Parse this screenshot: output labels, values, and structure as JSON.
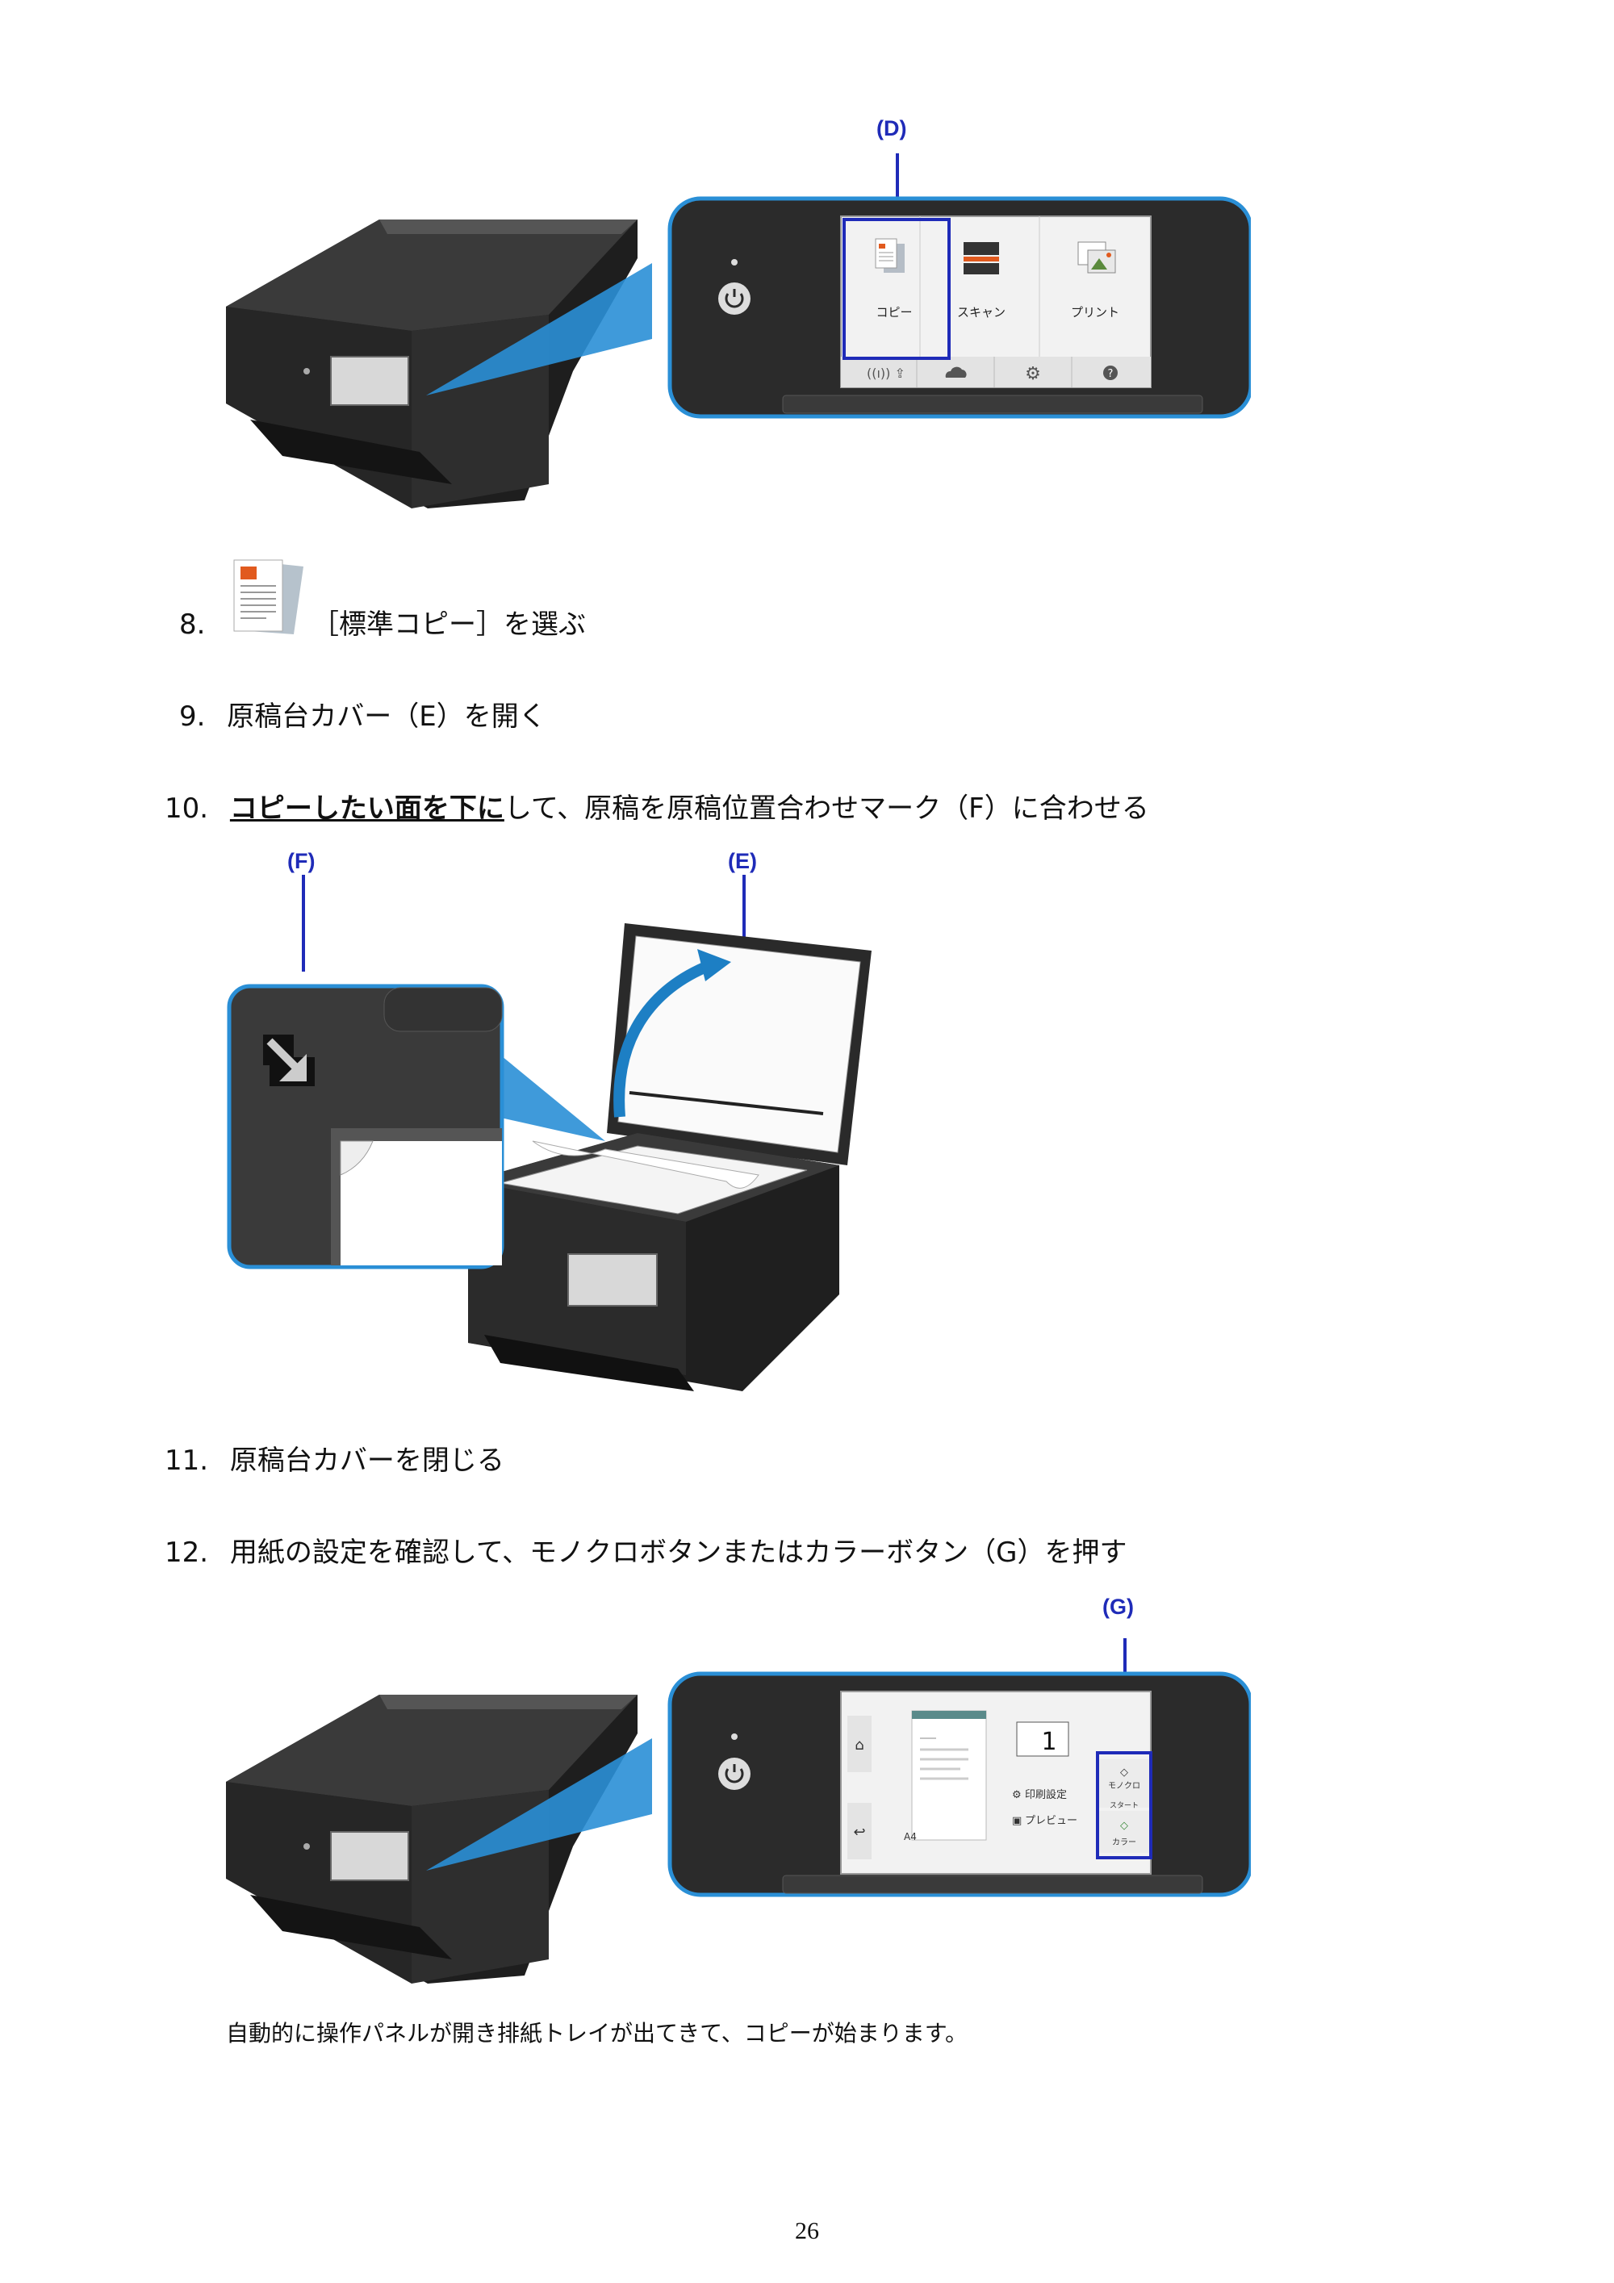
{
  "figures": {
    "home": {
      "callout": "(D)",
      "menu": [
        {
          "label": "コピー",
          "icon": "copy-icon"
        },
        {
          "label": "スキャン",
          "icon": "scanner-icon"
        },
        {
          "label": "プリント",
          "icon": "photo-print-icon"
        }
      ],
      "bar_icons": [
        "wireless-icon",
        "cloud-icon",
        "settings-icon",
        "help-icon"
      ]
    },
    "platen": {
      "callout_f": "(F)",
      "callout_e": "(E)"
    },
    "copy_screen": {
      "callout": "(G)",
      "copies": "1",
      "print_settings": "印刷設定",
      "preview": "プレビュー",
      "paper_size": "A4",
      "mono_label": "モノクロ",
      "start_label": "スタート",
      "color_label": "カラー"
    }
  },
  "steps": [
    {
      "num": "8.",
      "text": "［標準コピー］を選ぶ"
    },
    {
      "num": "9.",
      "text": "原稿台カバー（E）を開く"
    },
    {
      "num": "10.",
      "emph": "コピーしたい面を下に",
      "text": "して、原稿を原稿位置合わせマーク（F）に合わせる"
    },
    {
      "num": "11.",
      "text": "原稿台カバーを閉じる"
    },
    {
      "num": "12.",
      "text": "用紙の設定を確認して、モノクロボタンまたはカラーボタン（G）を押す"
    }
  ],
  "note": "自動的に操作パネルが開き排紙トレイが出てきて、コピーが始まります。",
  "page_number": "26",
  "colors": {
    "callout_blue": "#1f2bb8",
    "panel_border": "#2a8fd6",
    "printer_body": "#2b2b2b",
    "arrow_blue": "#1d7fc4"
  }
}
